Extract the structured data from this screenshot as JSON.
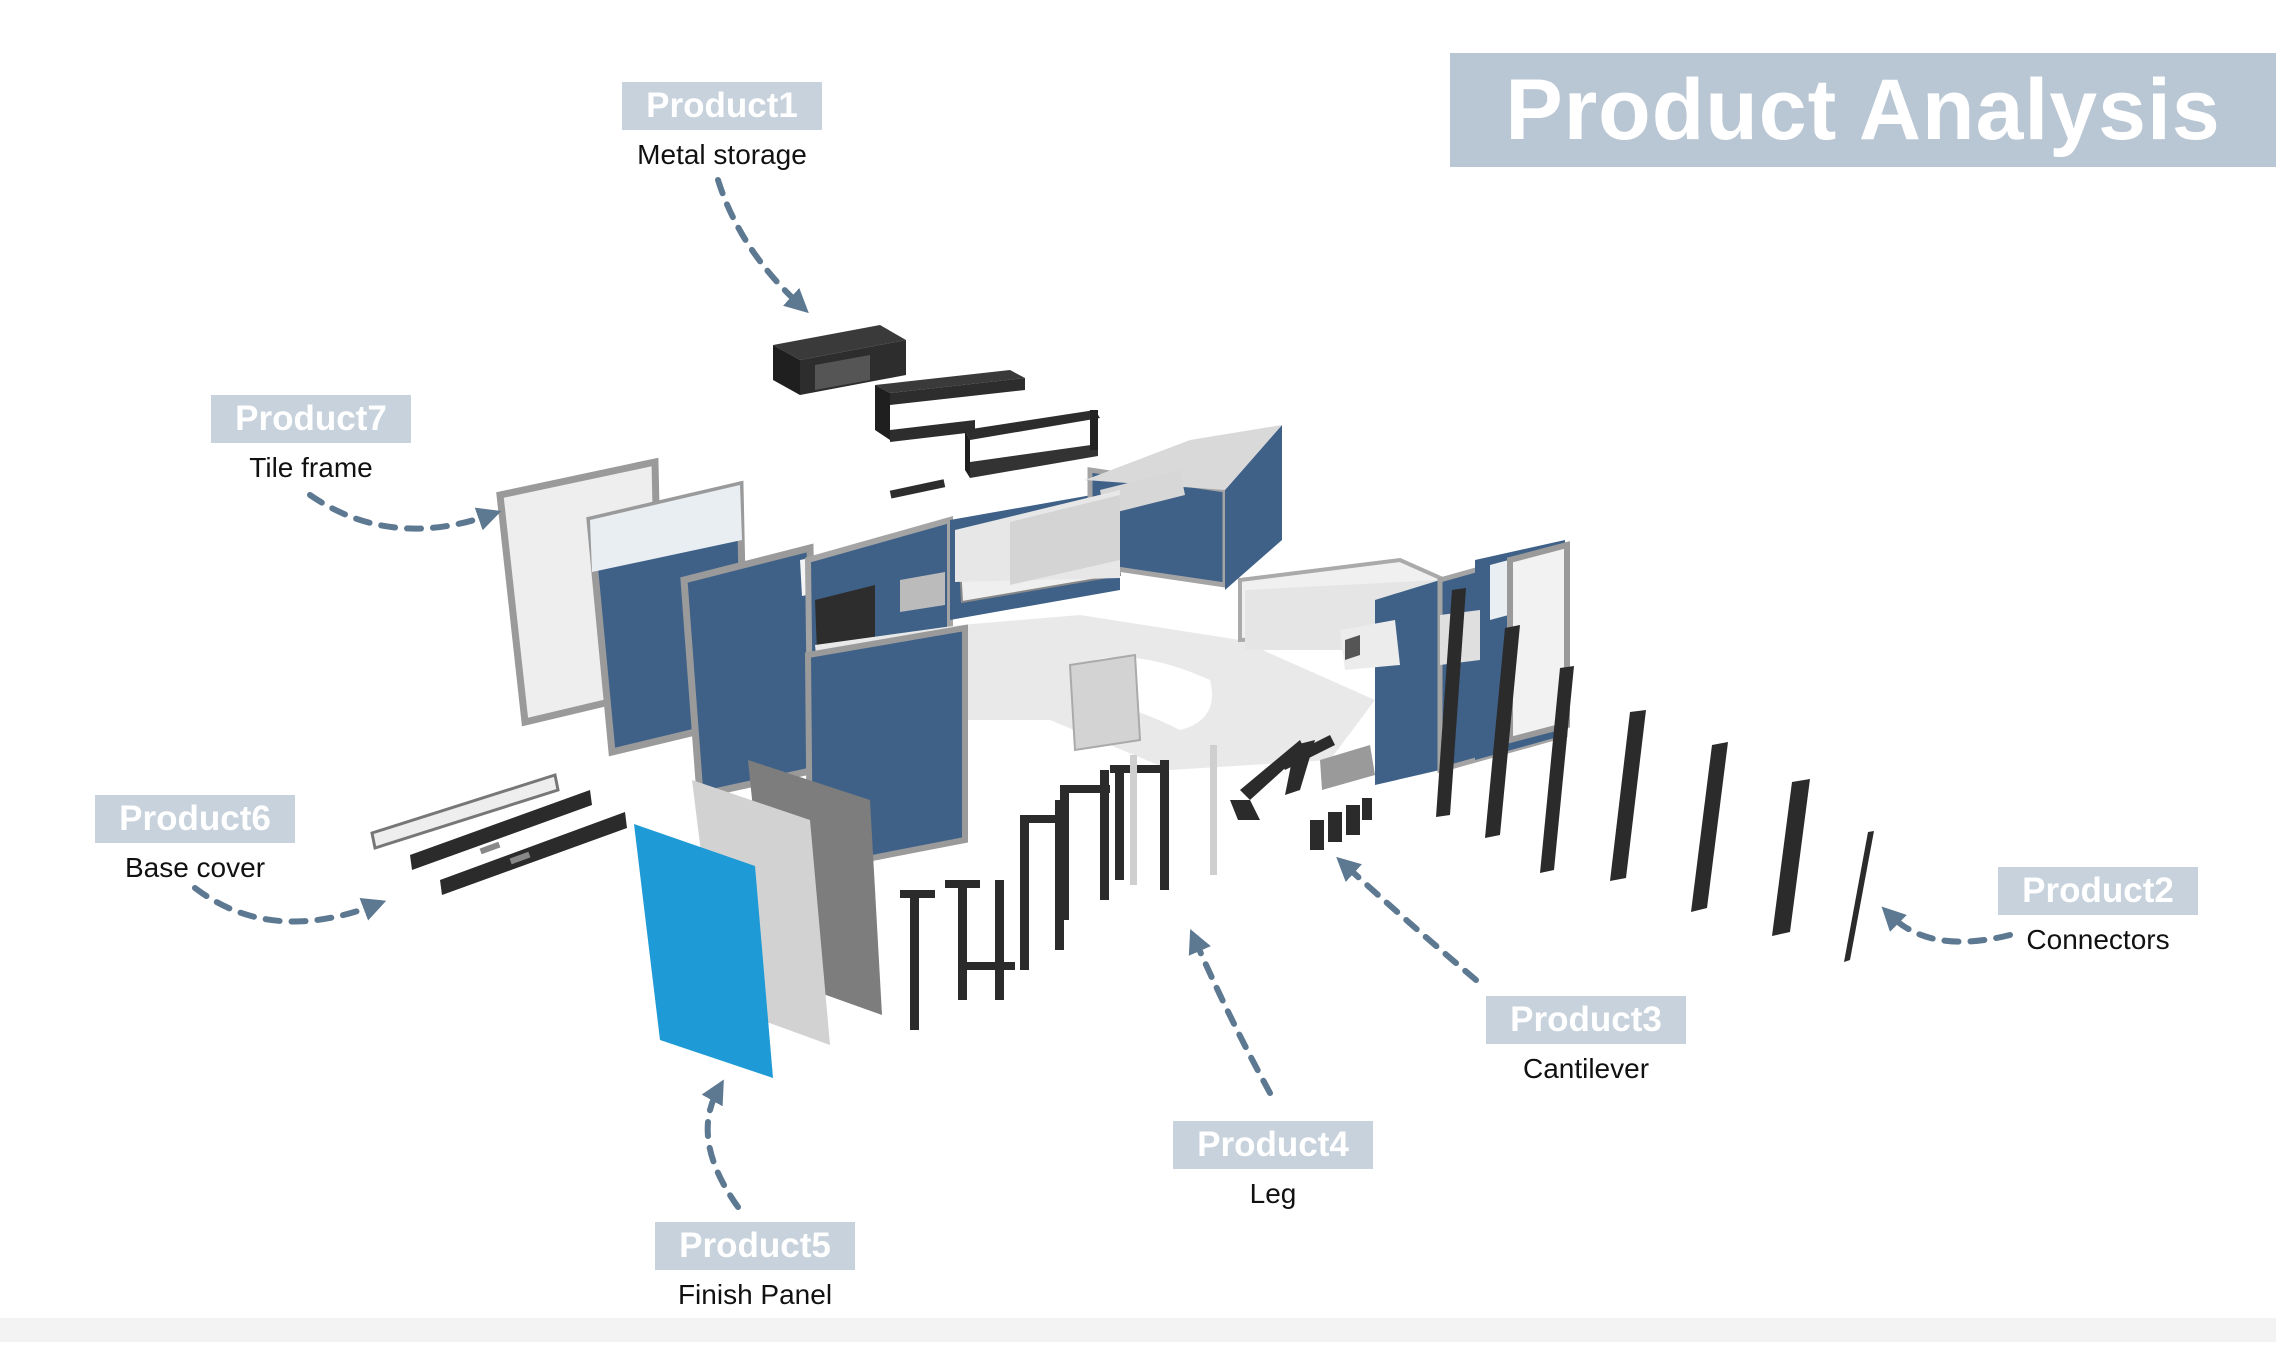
{
  "title": "Product Analysis",
  "colors": {
    "title_bg": "#b9c6d3",
    "tag_bg": "#c7d2dd",
    "arrow": "#5d7891",
    "panel_blue": "#3f6188",
    "finish_blue": "#1e9ad6",
    "metal": "#2b2b2b"
  },
  "products": [
    {
      "name": "Product1",
      "desc": "Metal storage"
    },
    {
      "name": "Product2",
      "desc": "Connectors"
    },
    {
      "name": "Product3",
      "desc": "Cantilever"
    },
    {
      "name": "Product4",
      "desc": "Leg"
    },
    {
      "name": "Product5",
      "desc": "Finish Panel"
    },
    {
      "name": "Product6",
      "desc": "Base cover"
    },
    {
      "name": "Product7",
      "desc": "Tile frame"
    }
  ]
}
